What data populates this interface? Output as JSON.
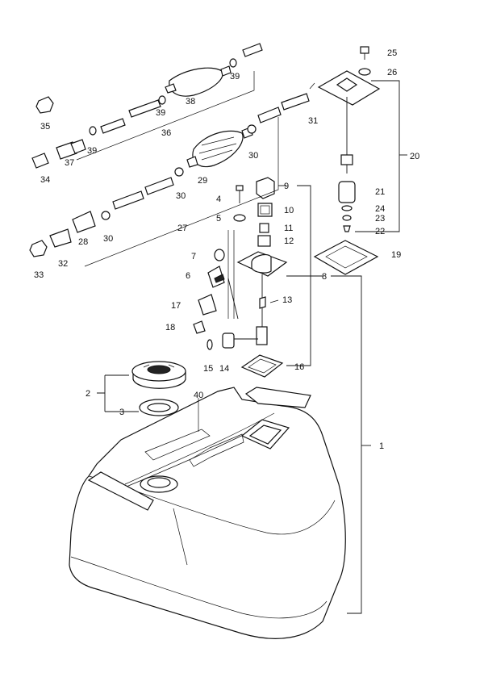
{
  "diagram": {
    "type": "exploded-parts-diagram",
    "subject": "portable fuel tank assembly",
    "callouts": [
      "1",
      "2",
      "3",
      "4",
      "5",
      "6",
      "7",
      "8",
      "9",
      "10",
      "11",
      "12",
      "13",
      "14",
      "15",
      "16",
      "17",
      "18",
      "19",
      "20",
      "21",
      "22",
      "23",
      "24",
      "25",
      "26",
      "27",
      "28",
      "29",
      "30",
      "30",
      "30",
      "31",
      "32",
      "33",
      "34",
      "35",
      "36",
      "37",
      "38",
      "39",
      "39",
      "39",
      "40"
    ]
  }
}
